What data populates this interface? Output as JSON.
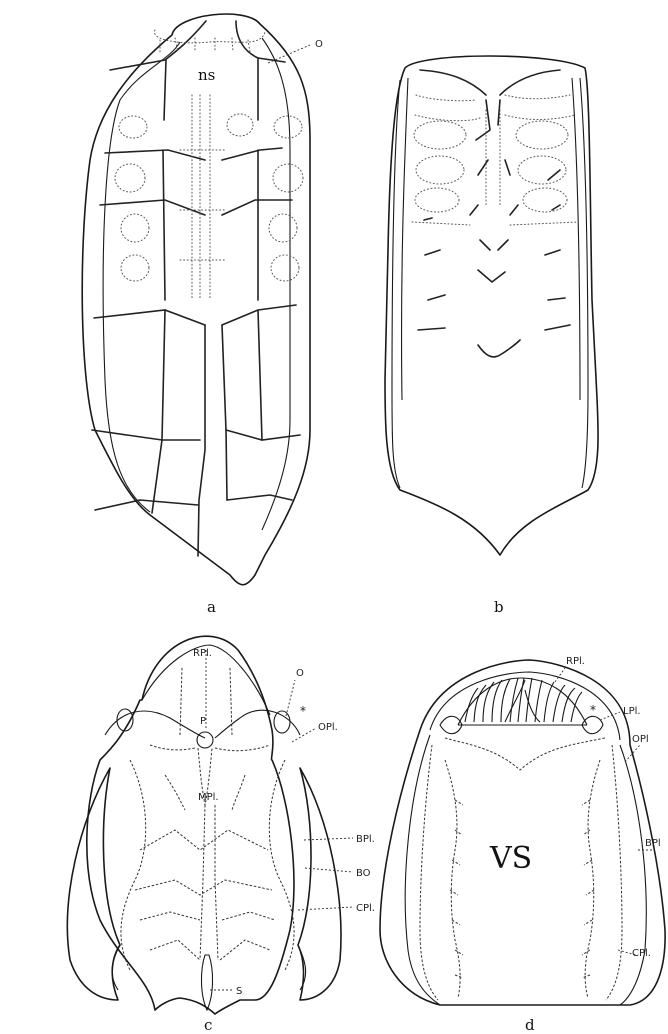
{
  "panels": [
    {
      "id": "a",
      "caption": "a",
      "labels": {
        "ns": "ns",
        "o": "O"
      }
    },
    {
      "id": "b",
      "caption": "b"
    },
    {
      "id": "c",
      "caption": "c",
      "labels": {
        "rpl": "RPl.",
        "p": "P",
        "o": "O",
        "star": "*",
        "opl": "OPl.",
        "mpl": "MPl.",
        "bpl": "BPl.",
        "bo": "BO",
        "cpl": "CPl.",
        "s": "S"
      }
    },
    {
      "id": "d",
      "caption": "d",
      "labels": {
        "rpl": "RPl.",
        "star": "*",
        "lpl": "LPl.",
        "opl": "OPl",
        "vs": "VS",
        "bpl": "BPl",
        "cpl": "CPl."
      }
    }
  ]
}
